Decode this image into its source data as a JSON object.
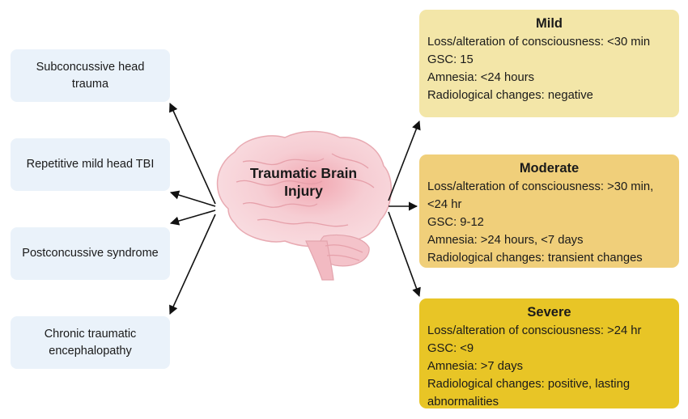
{
  "center": {
    "title": "Traumatic Brain Injury"
  },
  "left_items": [
    {
      "label": "Subconcussive head trauma"
    },
    {
      "label": "Repetitive mild head TBI"
    },
    {
      "label": "Postconcussive syndrome"
    },
    {
      "label": "Chronic traumatic encephalopathy"
    }
  ],
  "severity": {
    "mild": {
      "heading": "Mild",
      "lines": [
        "Loss/alteration of consciousness: <30 min",
        "GSC: 15",
        "Amnesia: <24 hours",
        "Radiological changes: negative"
      ],
      "color": "#f3e6a8"
    },
    "moderate": {
      "heading": "Moderate",
      "lines": [
        "Loss/alteration of consciousness: >30 min, <24 hr",
        "GSC: 9-12",
        "Amnesia: >24 hours, <7 days",
        "Radiological changes: transient changes"
      ],
      "color": "#f0cf7a"
    },
    "severe": {
      "heading": "Severe",
      "lines": [
        "Loss/alteration of consciousness: >24 hr",
        "GSC: <9",
        "Amnesia: >7 days",
        "Radiological changes: positive, lasting abnormalities"
      ],
      "color": "#e8c526"
    }
  },
  "colors": {
    "arrow": "#111111",
    "left_box": "#eaf2fa",
    "brain": "#f4c9cf"
  }
}
